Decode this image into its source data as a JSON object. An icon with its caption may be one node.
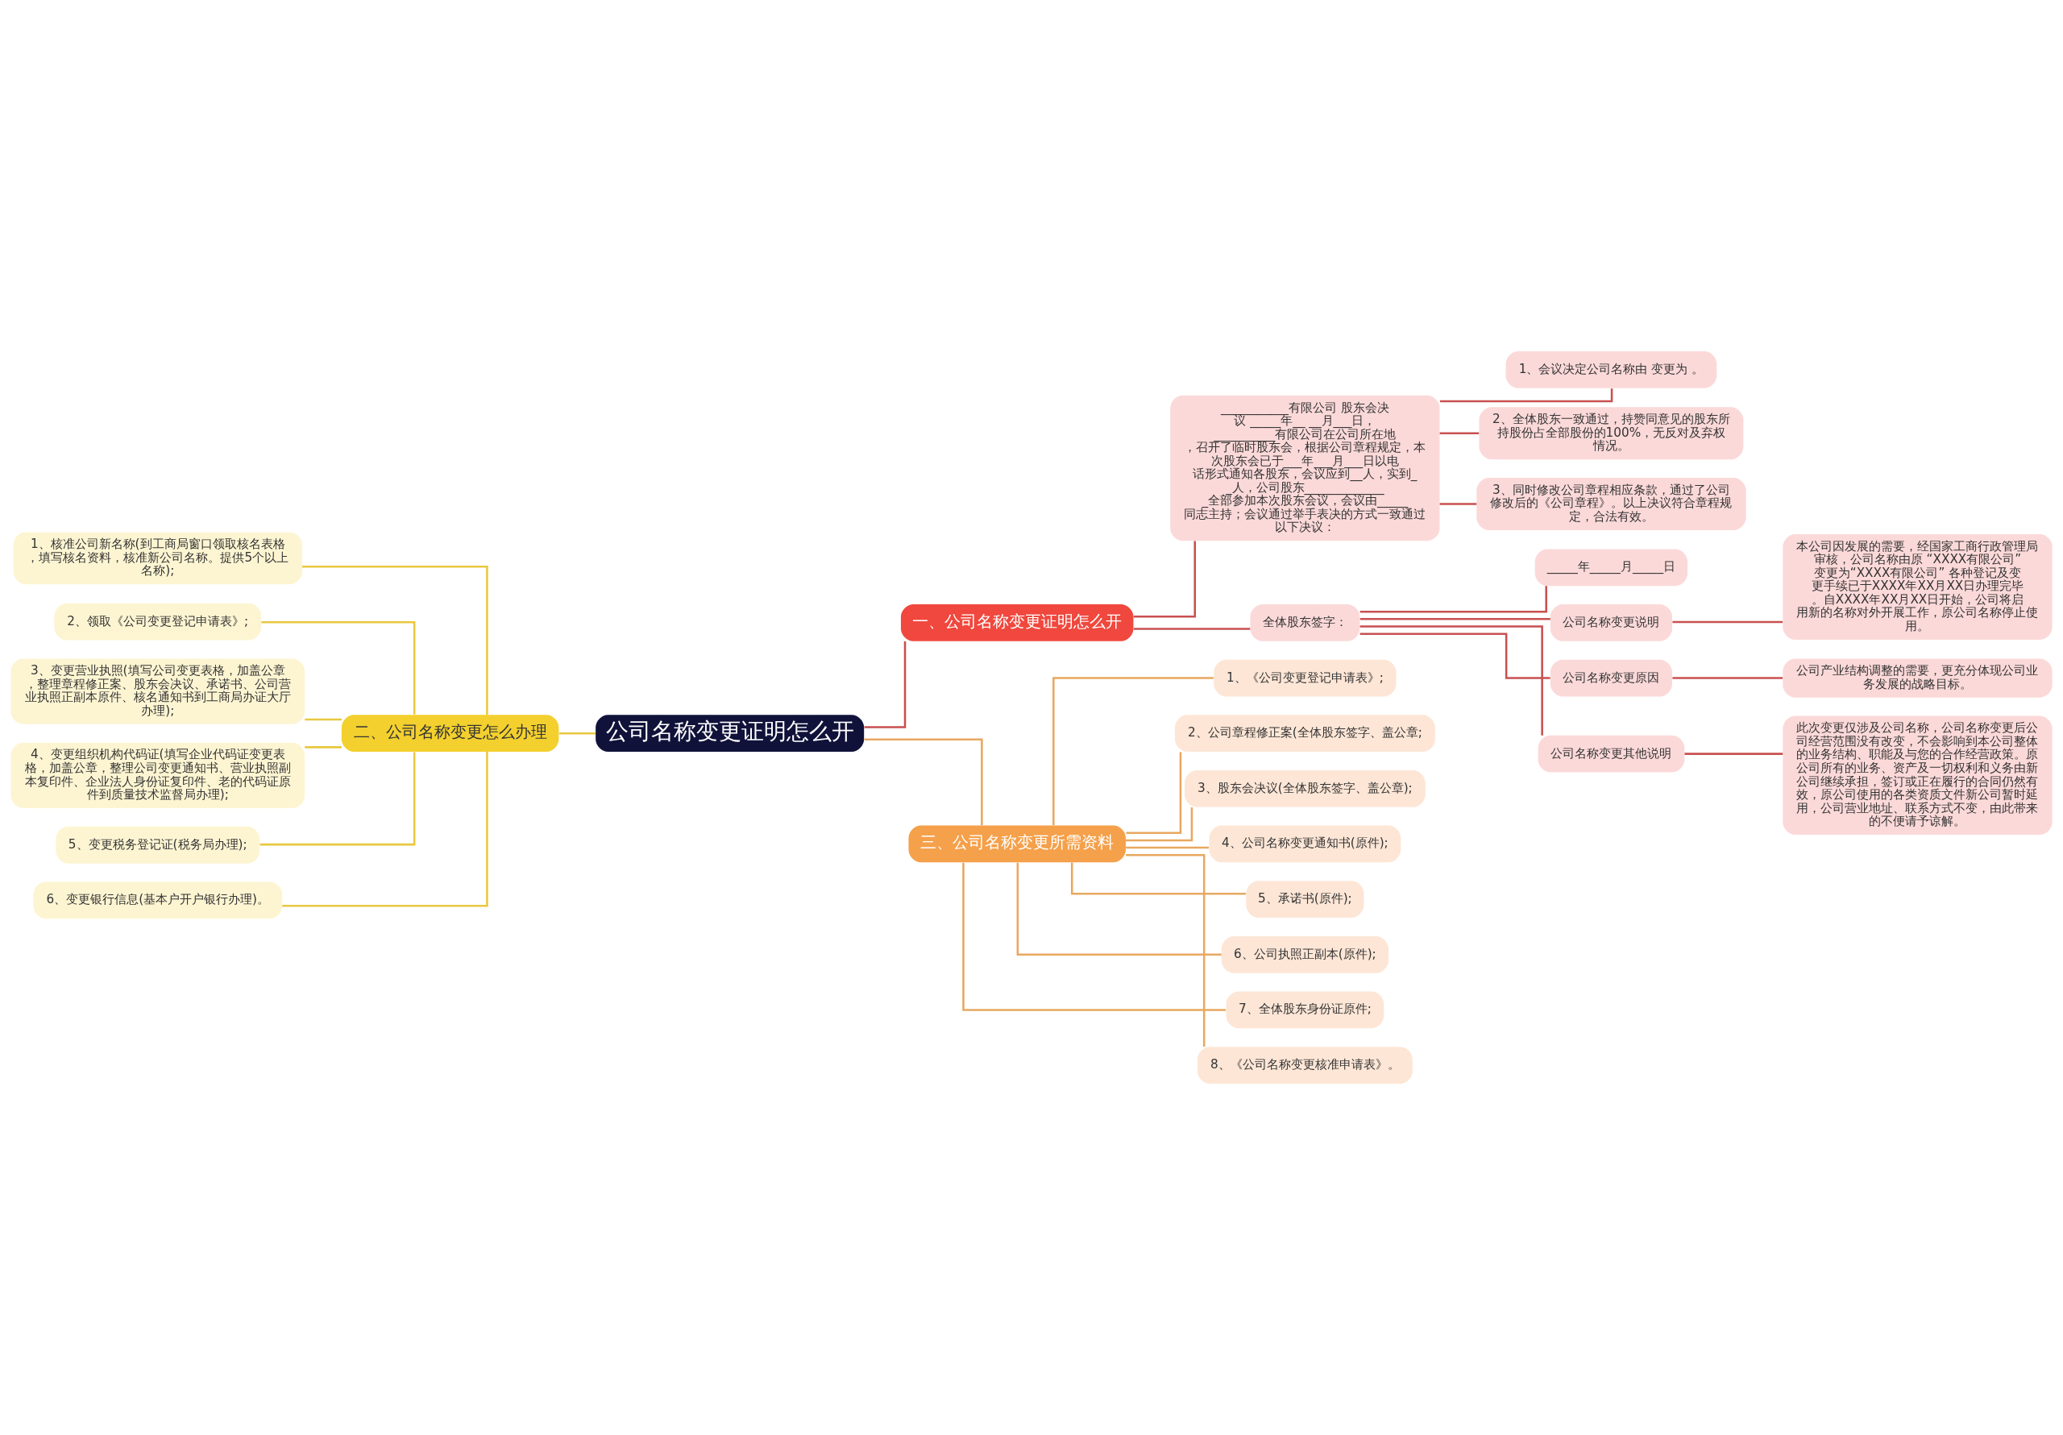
{
  "diagram": {
    "nodes": [
      {
        "text": [
          "公司名称变更证明怎么开"
        ]
      },
      {
        "text": [
          "一、公司名称变更证明怎么开"
        ]
      },
      {
        "text": [
          "___________有限公司 股东会决议 _____年__ __月___日， __________有限公司在公司所在地，召开了临时股东会，根据公司章程规定，本次股东会已于___年___月___日以电话形式通知各股东，会议应到__人，实到__人，公司股东______________全部参加本次股东会议，会议由_____同志主持；会议通过举手表决的方式一致通过以下决议："
        ]
      },
      {
        "text": [
          "1、会议决定公司名称由 变更为 。"
        ]
      },
      {
        "text": [
          "2、全体股东一致通过，持赞同意见的股东所持股份占全部股份的100%，无反对及弃权情况。"
        ]
      },
      {
        "text": [
          "3、同时修改公司章程相应条款，通过了公司修改后的《公司章程》。以上决议符合章程规定，合法有效。"
        ]
      },
      {
        "text": [
          "全体股东签字："
        ]
      },
      {
        "text": [
          "_____年_____月_____日"
        ]
      },
      {
        "text": [
          "公司名称变更说明"
        ]
      },
      {
        "text": [
          "本公司因发展的需要，经国家工商行政管理局审核，公司名称由原 “XXXX有限公司”变更为“XXXX有限公司” 各种登记及变更手续已于XXXX年XX月XX日办理完毕。自XXXX年XX月XX日开始，公司将启用新的名称对外开展工作，原公司名称停止使用。"
        ]
      },
      {
        "text": [
          "公司名称变更原因"
        ]
      },
      {
        "text": [
          "公司产业结构调整的需要，更充分体现公司业务发展的战略目标。"
        ]
      },
      {
        "text": [
          "公司名称变更其他说明"
        ]
      },
      {
        "text": [
          "此次变更仅涉及公司名称，公司名称变更后公司经营范围没有改变，不会影响到本公司整体的业务结构、职能及与您的合作经营政策。原公司所有的业务、资产及一切权利和义务由新公司继续承担，签订或正在履行的合同仍然有效，原公司使用的各类资质文件新公司暂时延用，公司营业地址、联系方式不变，由此带来的不便请予谅解。"
        ]
      },
      {
        "text": [
          "二、公司名称变更怎么办理"
        ]
      },
      {
        "text": [
          "1、核准公司新名称(到工商局窗口领取核名表格，填写核名资料，核准新公司名称。提供5个以上名称);"
        ]
      },
      {
        "text": [
          "2、领取《公司变更登记申请表》;"
        ]
      },
      {
        "text": [
          "3、变更营业执照(填写公司变更表格，加盖公章，整理章程修正案、股东会决议、承诺书、公司营业执照正副本原件、核名通知书到工商局办证大厅办理);"
        ]
      },
      {
        "text": [
          "4、变更组织机构代码证(填写企业代码证变更表格，加盖公章，整理公司变更通知书、营业执照副本复印件、企业法人身份证复印件、老的代码证原件到质量技术监督局办理);"
        ]
      },
      {
        "text": [
          "5、变更税务登记证(税务局办理);"
        ]
      },
      {
        "text": [
          "6、变更银行信息(基本户开户银行办理)。"
        ]
      },
      {
        "text": [
          "三、公司名称变更所需资料"
        ]
      },
      {
        "text": [
          "1、《公司变更登记申请表》;"
        ]
      },
      {
        "text": [
          "2、公司章程修正案(全体股东签字、盖公章;"
        ]
      },
      {
        "text": [
          "3、股东会决议(全体股东签字、盖公章);"
        ]
      },
      {
        "text": [
          "4、公司名称变更通知书(原件);"
        ]
      },
      {
        "text": [
          "5、承诺书(原件);"
        ]
      },
      {
        "text": [
          "6、公司执照正副本(原件);"
        ]
      },
      {
        "text": [
          "7、全体股东身份证原件;"
        ]
      },
      {
        "text": [
          "8、《公司名称变更核准申请表》。"
        ]
      }
    ],
    "edges": [
      {
        "from": 0,
        "to": 1,
        "arrow": "none"
      },
      {
        "from": 1,
        "to": 2,
        "arrow": "none"
      },
      {
        "from": 2,
        "to": 3,
        "arrow": "none"
      },
      {
        "from": 2,
        "to": 4,
        "arrow": "none"
      },
      {
        "from": 2,
        "to": 5,
        "arrow": "none"
      },
      {
        "from": 1,
        "to": 6,
        "arrow": "none"
      },
      {
        "from": 6,
        "to": 7,
        "arrow": "none"
      },
      {
        "from": 6,
        "to": 8,
        "arrow": "none"
      },
      {
        "from": 8,
        "to": 9,
        "arrow": "none"
      },
      {
        "from": 6,
        "to": 10,
        "arrow": "none"
      },
      {
        "from": 10,
        "to": 11,
        "arrow": "none"
      },
      {
        "from": 6,
        "to": 12,
        "arrow": "none"
      },
      {
        "from": 12,
        "to": 13,
        "arrow": "none"
      },
      {
        "from": 0,
        "to": 14,
        "arrow": "none",
        "color": "#e8c840"
      },
      {
        "from": 14,
        "to": 15,
        "arrow": "none",
        "color": "#e8c840"
      },
      {
        "from": 14,
        "to": 16,
        "arrow": "none",
        "color": "#e8c840"
      },
      {
        "from": 14,
        "to": 17,
        "arrow": "none",
        "color": "#e8c840"
      },
      {
        "from": 14,
        "to": 18,
        "arrow": "none",
        "color": "#e8c840"
      },
      {
        "from": 14,
        "to": 19,
        "arrow": "none",
        "color": "#e8c840"
      },
      {
        "from": 14,
        "to": 20,
        "arrow": "none",
        "color": "#e8c840"
      },
      {
        "from": 0,
        "to": 21,
        "arrow": "none",
        "color": "#e8a860"
      },
      {
        "from": 21,
        "to": 22,
        "arrow": "none",
        "color": "#e8a860"
      },
      {
        "from": 21,
        "to": 23,
        "arrow": "none",
        "color": "#e8a860"
      },
      {
        "from": 21,
        "to": 24,
        "arrow": "none",
        "color": "#e8a860"
      },
      {
        "from": 21,
        "to": 25,
        "arrow": "none",
        "color": "#e8a860"
      },
      {
        "from": 21,
        "to": 26,
        "arrow": "none",
        "color": "#e8a860"
      },
      {
        "from": 21,
        "to": 27,
        "arrow": "none",
        "color": "#e8a860"
      },
      {
        "from": 21,
        "to": 28,
        "arrow": "none",
        "color": "#e8a860"
      },
      {
        "from": 21,
        "to": 29,
        "arrow": "none",
        "color": "#e8a860"
      }
    ]
  }
}
